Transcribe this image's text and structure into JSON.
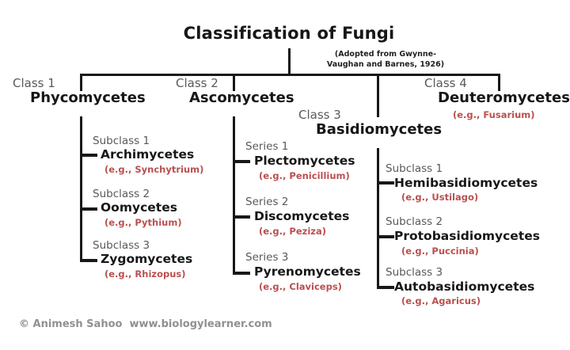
{
  "title": "Classification of Fungi",
  "subtitle_line1": "(Adopted from Gwynne-",
  "subtitle_line2": "Vaughan and Barnes, 1926)",
  "footer": "© Animesh Sahoo  www.biologylearner.com",
  "colors": {
    "line": "#181818",
    "heading_black": "#171717",
    "label_gray": "#595959",
    "example_red": "#b9504e",
    "footer_gray": "#909090"
  },
  "tree": {
    "classes": [
      {
        "label": "Class 1",
        "name": "Phycomycetes",
        "children": [
          {
            "label": "Subclass 1",
            "name": "Archimycetes",
            "example": "(e.g., Synchytrium)"
          },
          {
            "label": "Subclass 2",
            "name": "Oomycetes",
            "example": "(e.g., Pythium)"
          },
          {
            "label": "Subclass 3",
            "name": "Zygomycetes",
            "example": "(e.g., Rhizopus)"
          }
        ]
      },
      {
        "label": "Class 2",
        "name": "Ascomycetes",
        "children": [
          {
            "label": "Series 1",
            "name": "Plectomycetes",
            "example": "(e.g., Penicillium)"
          },
          {
            "label": "Series 2",
            "name": "Discomycetes",
            "example": "(e.g., Peziza)"
          },
          {
            "label": "Series 3",
            "name": "Pyrenomycetes",
            "example": "(e.g., Claviceps)"
          }
        ]
      },
      {
        "label": "Class 3",
        "name": "Basidiomycetes",
        "children": [
          {
            "label": "Subclass 1",
            "name": "Hemibasidiomycetes",
            "example": "(e.g., Ustilago)"
          },
          {
            "label": "Subclass 2",
            "name": "Protobasidiomycetes",
            "example": "(e.g., Puccinia)"
          },
          {
            "label": "Subclass 3",
            "name": "Autobasidiomycetes",
            "example": "(e.g., Agaricus)"
          }
        ]
      },
      {
        "label": "Class 4",
        "name": "Deuteromycetes",
        "example": "(e.g., Fusarium)"
      }
    ]
  }
}
